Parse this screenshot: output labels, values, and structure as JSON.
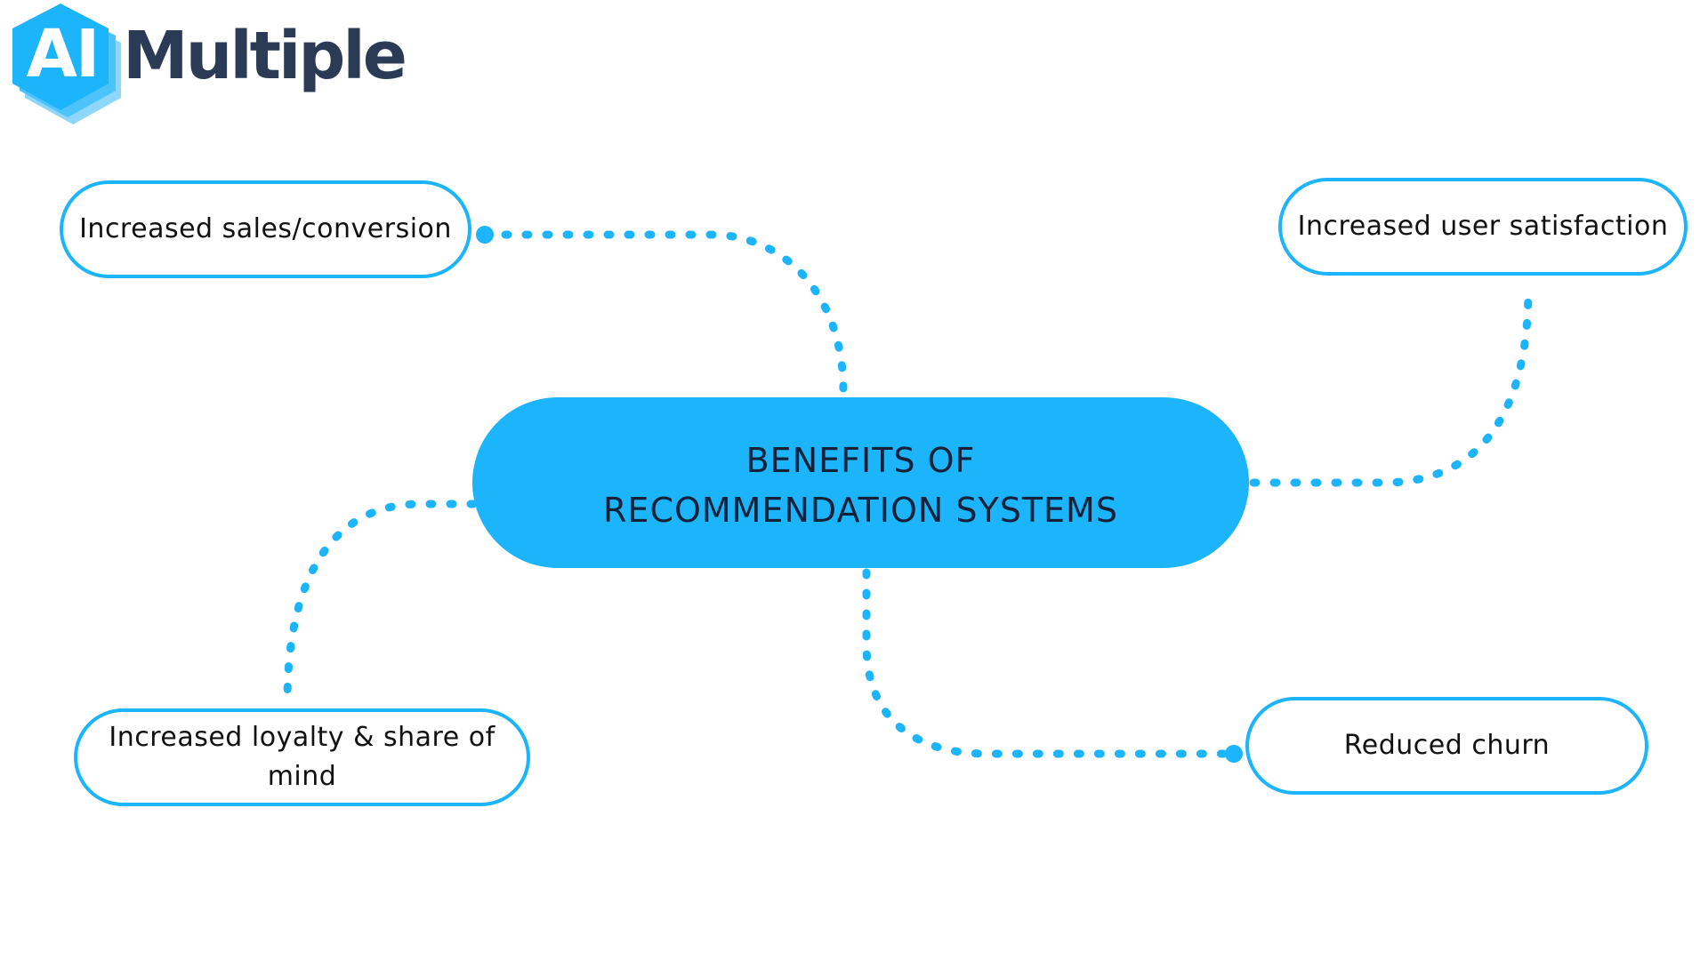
{
  "brand": {
    "logo_ai": "AI",
    "logo_word": "Multiple",
    "accent_color": "#1cb4fb",
    "text_color": "#2b3a55"
  },
  "diagram": {
    "center": {
      "title": "BENEFITS OF\nRECOMMENDATION SYSTEMS"
    },
    "benefits": [
      {
        "label": "Increased sales/conversion"
      },
      {
        "label": "Increased user satisfaction"
      },
      {
        "label": "Increased loyalty & share of mind"
      },
      {
        "label": "Reduced churn"
      }
    ],
    "connector_style": "dotted"
  }
}
